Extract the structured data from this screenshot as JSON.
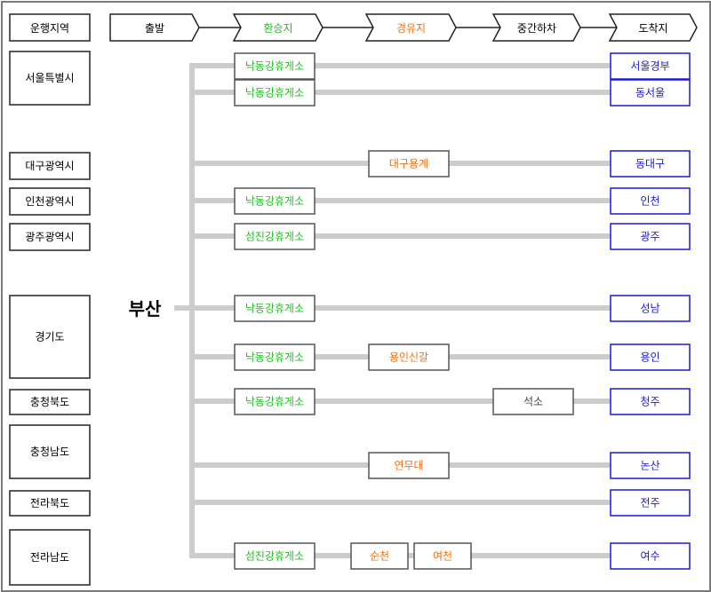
{
  "header": {
    "region": "운행지역",
    "stages": [
      "출발",
      "환승지",
      "경유지",
      "중간하차",
      "도착지"
    ]
  },
  "regions": [
    "서울특별시",
    "대구광역시",
    "인천광역시",
    "광주광역시",
    "경기도",
    "충청북도",
    "충청남도",
    "전라북도",
    "전라남도"
  ],
  "origin": "부산",
  "routes": [
    {
      "transfer": "낙동강휴게소",
      "waypoints": [],
      "stop": "",
      "destination": "서울경부"
    },
    {
      "transfer": "낙동강휴게소",
      "waypoints": [],
      "stop": "",
      "destination": "동서울"
    },
    {
      "transfer": "",
      "waypoints": [
        "대구용계"
      ],
      "stop": "",
      "destination": "동대구"
    },
    {
      "transfer": "낙동강휴게소",
      "waypoints": [],
      "stop": "",
      "destination": "인천"
    },
    {
      "transfer": "섬진강휴게소",
      "waypoints": [],
      "stop": "",
      "destination": "광주"
    },
    {
      "transfer": "낙동강휴게소",
      "waypoints": [],
      "stop": "",
      "destination": "성남"
    },
    {
      "transfer": "낙동강휴게소",
      "waypoints": [
        "용인신갈"
      ],
      "stop": "",
      "destination": "용인"
    },
    {
      "transfer": "낙동강휴게소",
      "waypoints": [],
      "stop": "석소",
      "destination": "청주"
    },
    {
      "transfer": "",
      "waypoints": [
        "연무대"
      ],
      "stop": "",
      "destination": "논산"
    },
    {
      "transfer": "",
      "waypoints": [],
      "stop": "",
      "destination": "전주"
    },
    {
      "transfer": "섬진강휴게소",
      "waypoints": [
        "순천",
        "여천"
      ],
      "stop": "",
      "destination": "여수"
    }
  ],
  "colors": {
    "transfer": "#1fbf1f",
    "waypoint": "#f07010",
    "stop": "#444444",
    "destination": "#1a1ad6",
    "line": "#cccccc",
    "border": "#222222"
  }
}
